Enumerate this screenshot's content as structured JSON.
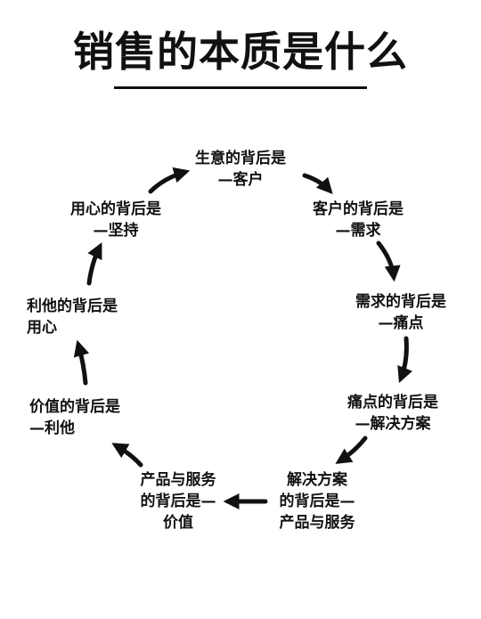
{
  "title": "销售的本质是什么",
  "nodes": [
    {
      "id": "n1",
      "lines": [
        "生意的背后是",
        "—客户"
      ]
    },
    {
      "id": "n2",
      "lines": [
        "客户的背后是",
        "—需求"
      ]
    },
    {
      "id": "n3",
      "lines": [
        "需求的背后是",
        "—痛点"
      ]
    },
    {
      "id": "n4",
      "lines": [
        "痛点的背后是",
        "—解决方案"
      ]
    },
    {
      "id": "n5",
      "lines": [
        "解决方案",
        "的背后是—",
        "产品与服务"
      ]
    },
    {
      "id": "n6",
      "lines": [
        "产品与服务",
        "的背后是—",
        "价值"
      ]
    },
    {
      "id": "n7",
      "lines": [
        "价值的背后是",
        "—利他"
      ]
    },
    {
      "id": "n8",
      "lines": [
        "利他的背后是",
        "用心"
      ]
    },
    {
      "id": "n9",
      "lines": [
        "用心的背后是",
        "—坚持"
      ]
    }
  ],
  "edges": [
    {
      "from": "n1",
      "to": "n2"
    },
    {
      "from": "n2",
      "to": "n3"
    },
    {
      "from": "n3",
      "to": "n4"
    },
    {
      "from": "n4",
      "to": "n5"
    },
    {
      "from": "n5",
      "to": "n6"
    },
    {
      "from": "n6",
      "to": "n7"
    },
    {
      "from": "n7",
      "to": "n8"
    },
    {
      "from": "n8",
      "to": "n9"
    },
    {
      "from": "n9",
      "to": "n1"
    }
  ],
  "colors": {
    "text": "#111111",
    "background": "#ffffff",
    "arrow": "#111111"
  }
}
